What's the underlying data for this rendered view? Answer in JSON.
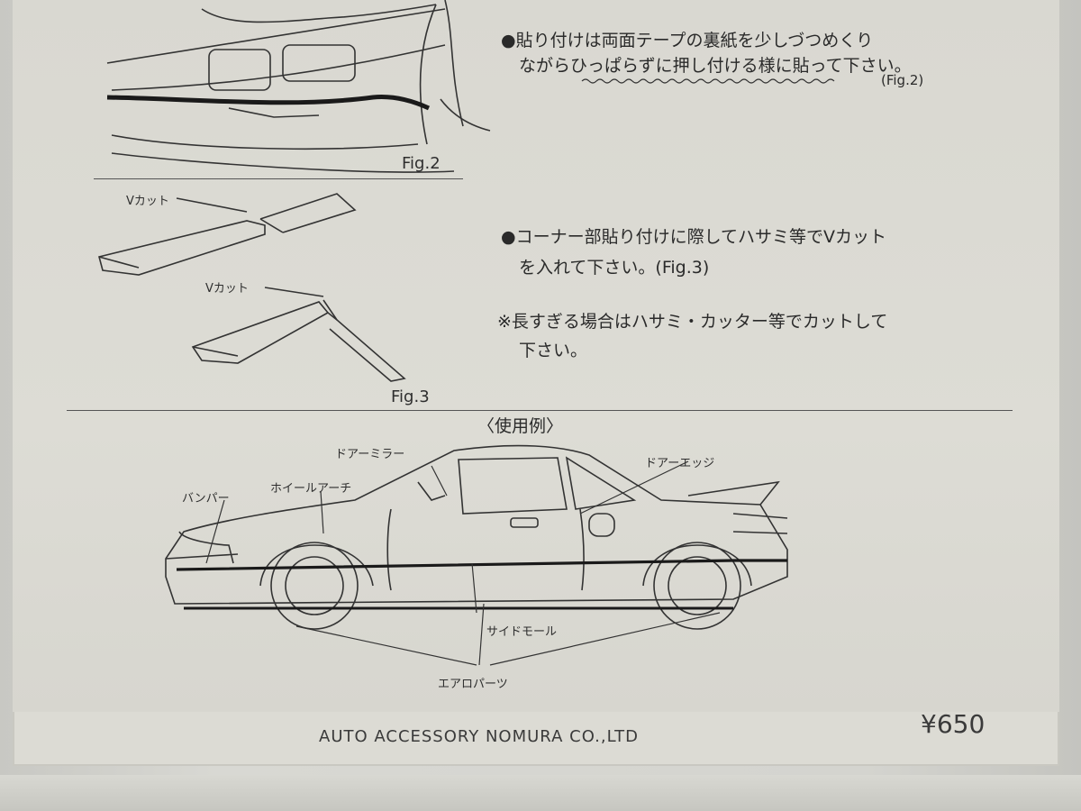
{
  "instructions": {
    "step1_line1": "●貼り付けは両面テープの裏紙を少しづつめくり",
    "step1_line2": "ながらひっぱらずに押し付ける様に貼って下さい。",
    "step1_ref": "(Fig.2)",
    "step2_line1": "●コーナー部貼り付けに際してハサミ等でVカット",
    "step2_line2": "を入れて下さい。(Fig.3)",
    "note_line1": "※長すぎる場合はハサミ・カッター等でカットして",
    "note_line2": "下さい。"
  },
  "figures": {
    "fig2_label": "Fig.2",
    "fig3_label": "Fig.3",
    "vcut_label_1": "Vカット",
    "vcut_label_2": "Vカット"
  },
  "example": {
    "title": "〈使用例〉",
    "labels": {
      "door_mirror": "ドアーミラー",
      "door_edge": "ドアーエッジ",
      "bumper": "バンパー",
      "wheel_arch": "ホイールアーチ",
      "side_molding": "サイドモール",
      "aero_parts": "エアロパーツ"
    }
  },
  "footer": {
    "company": "AUTO ACCESSORY NOMURA CO.,LTD",
    "price": "¥650"
  }
}
